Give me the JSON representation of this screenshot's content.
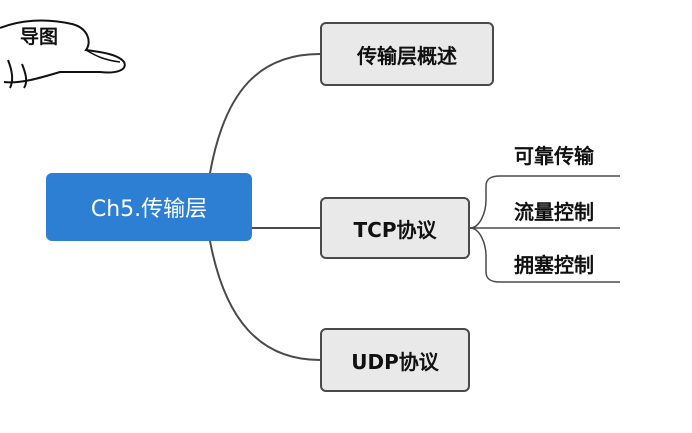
{
  "badge": {
    "label": "导图"
  },
  "mindmap": {
    "root": {
      "label": "Ch5.传输层"
    },
    "branches": [
      {
        "label": "传输层概述"
      },
      {
        "label": "TCP协议",
        "children": [
          "可靠传输",
          "流量控制",
          "拥塞控制"
        ]
      },
      {
        "label": "UDP协议"
      }
    ]
  },
  "colors": {
    "root_fill": "#2d7fd3",
    "box_fill": "#e9e9e9",
    "box_border": "#4a4a4a",
    "line": "#4a4a4a"
  },
  "icons": [
    "hand-doodle-icon"
  ]
}
